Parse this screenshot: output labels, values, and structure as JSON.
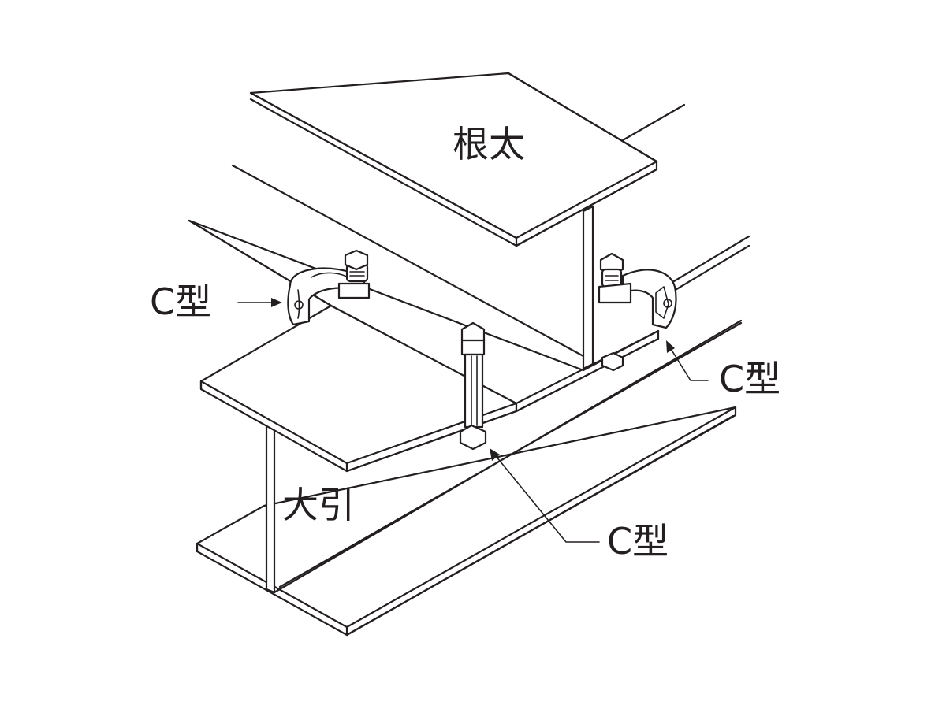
{
  "labels": {
    "joist": "根太",
    "girder": "大引",
    "clamp_left": "C型",
    "clamp_right": "C型",
    "clamp_bottom": "C型"
  },
  "colors": {
    "line": "#231f20",
    "background": "#ffffff"
  }
}
